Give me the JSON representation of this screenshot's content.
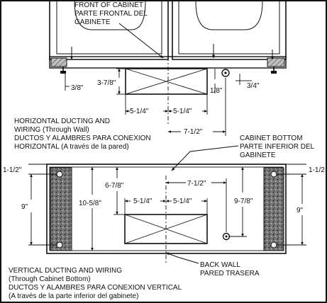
{
  "top_view": {
    "front_label_en_1": "FRONT OF CABINET",
    "front_label_es_1": "PARTE FRONTAL DEL",
    "front_label_es_2": "GABINETE",
    "dim_3_8": "3/8\"",
    "dim_3_7_8": "3-7/8\"",
    "dim_1_8": "1/8\"",
    "dim_3_4": "3/4\"",
    "dim_5_1_4_left": "5-1/4\"",
    "dim_5_1_4_right": "5-1/4\"",
    "dim_7_1_2": "7-1/2\""
  },
  "horizontal_caption": {
    "line1": "HORIZONTAL DUCTING AND",
    "line2": "WIRING (Through Wall)",
    "line3": "DUCTOS Y ALAMBRES PARA CONEXION",
    "line4": "HORIZONTAL (A través de la pared)"
  },
  "bottom_view": {
    "cabinet_bottom_en": "CABINET BOTTOM",
    "cabinet_bottom_es_1": "PARTE INFERIOR DEL",
    "cabinet_bottom_es_2": "GABINETE",
    "dim_1_1_2_left": "1-1/2\"",
    "dim_1_1_2_right": "1-1/2",
    "dim_9_left": "9\"",
    "dim_9_right": "9\"",
    "dim_6_7_8": "6-7/8\"",
    "dim_10_5_8": "10-5/8\"",
    "dim_7_1_2": "7-1/2\"",
    "dim_5_1_4_left": "5-1/4\"",
    "dim_5_1_4_right": "5-1/4\"",
    "dim_9_7_8": "9-7/8\"",
    "back_wall_en": "BACK WALL",
    "back_wall_es": "PARED TRASERA"
  },
  "vertical_caption": {
    "line1": "VERTICAL DUCTING AND WIRING",
    "line2": "(Through Cabinet Bottom)",
    "line3": "DUCTOS Y ALAMBRES PARA CONEXION VERTICAL",
    "line4": "(A través de la parte inferior del gabinete)"
  }
}
